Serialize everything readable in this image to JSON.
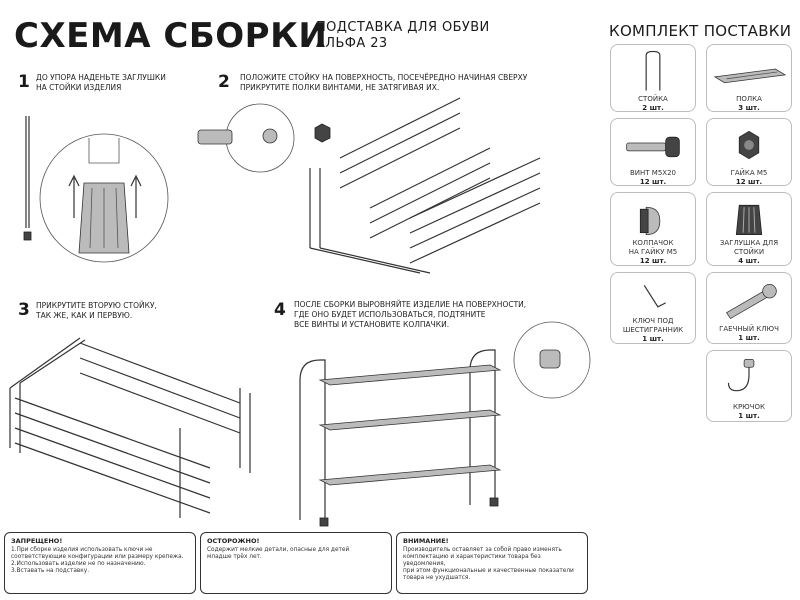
{
  "header": {
    "title": "СХЕМА СБОРКИ",
    "subtitle_line1": "ПОДСТАВКА ДЛЯ ОБУВИ",
    "subtitle_line2": "АЛЬФА 23"
  },
  "steps": [
    {
      "num": "1",
      "lines": [
        "ДО УПОРА НАДЕНЬТЕ ЗАГЛУШКИ",
        "НА СТОЙКИ ИЗДЕЛИЯ"
      ]
    },
    {
      "num": "2",
      "lines": [
        "ПОЛОЖИТЕ СТОЙКУ НА ПОВЕРХНОСТЬ, ПОСЕЧЁРЕДНО НАЧИНАЯ СВЕРХУ",
        "ПРИКРУТИТЕ ПОЛКИ ВИНТАМИ, НЕ ЗАТЯГИВАЯ ИХ."
      ]
    },
    {
      "num": "3",
      "lines": [
        "ПРИКРУТИТЕ ВТОРУЮ СТОЙКУ,",
        "ТАК ЖЕ, КАК И ПЕРВУЮ."
      ]
    },
    {
      "num": "4",
      "lines": [
        "ПОСЛЕ СБОРКИ ВЫРОВНЯЙТЕ ИЗДЕЛИЕ НА ПОВЕРХНОСТИ,",
        "ГДЕ ОНО БУДЕТ ИСПОЛЬЗОВАТЬСЯ, ПОДТЯНИТЕ",
        "ВСЕ ВИНТЫ И УСТАНОВИТЕ КОЛПАЧКИ."
      ]
    }
  ],
  "kit": {
    "title": "КОМПЛЕКТ ПОСТАВКИ",
    "items": [
      {
        "name": [
          "СТОЙКА"
        ],
        "qty": "2 шт.",
        "icon": "rack-stand-icon"
      },
      {
        "name": [
          "ПОЛКА"
        ],
        "qty": "3 шт.",
        "icon": "shelf-icon"
      },
      {
        "name": [
          "ВИНТ М5х20"
        ],
        "qty": "12 шт.",
        "icon": "screw-icon"
      },
      {
        "name": [
          "ГАЙКА М5"
        ],
        "qty": "12 шт.",
        "icon": "nut-icon"
      },
      {
        "name": [
          "КОЛПАЧОК",
          "НА ГАЙКУ М5"
        ],
        "qty": "12 шт.",
        "icon": "cap-icon"
      },
      {
        "name": [
          "ЗАГЛУШКА ДЛЯ",
          "СТОЙКИ"
        ],
        "qty": "4 шт.",
        "icon": "plug-icon"
      },
      {
        "name": [
          "КЛЮЧ ПОД",
          "ШЕСТИГРАННИК"
        ],
        "qty": "1 шт.",
        "icon": "hex-key-icon"
      },
      {
        "name": [
          "ГАЕЧНЫЙ КЛЮЧ"
        ],
        "qty": "1 шт.",
        "icon": "wrench-icon"
      },
      {
        "name": [
          "КРЮЧОК"
        ],
        "qty": "1 шт.",
        "icon": "hook-icon"
      }
    ]
  },
  "notices": [
    {
      "heading": "ЗАПРЕЩЕНО!",
      "lines": [
        "1.При сборке изделия использовать ключи не",
        "соответствующие конфигурации или размеру крепежа.",
        "2.Использовать изделие не по назначению.",
        "3.Вставать на подставку."
      ]
    },
    {
      "heading": "ОСТОРОЖНО!",
      "lines": [
        "Содержит мелкие детали, опасные для детей",
        "младше трёх лет."
      ]
    },
    {
      "heading": "ВНИМАНИЕ!",
      "lines": [
        "Производитель оставляет за собой право изменять",
        "комплектацию и характеристики товара без уведомления,",
        "при этом функциональные и качественные показатели",
        "товара не ухудшатся."
      ]
    }
  ]
}
